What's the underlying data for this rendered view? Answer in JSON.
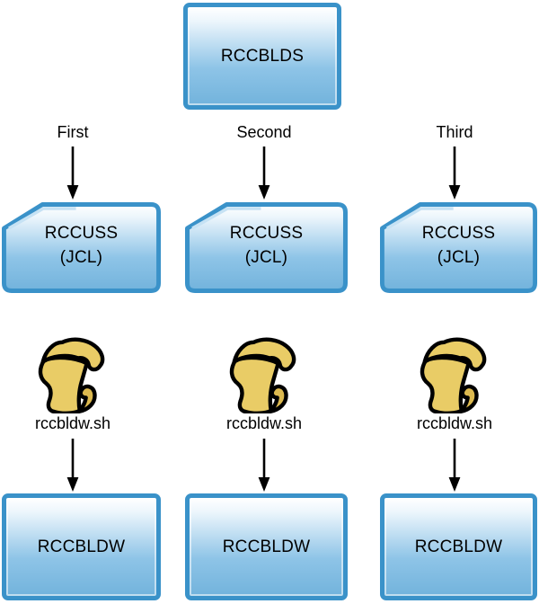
{
  "root_box": {
    "label": "RCCBLDS"
  },
  "columns": [
    {
      "sequence_label": "First",
      "jcl_box_line1": "RCCUSS",
      "jcl_box_line2": "(JCL)",
      "script_name": "rccbldw.sh",
      "output_box_label": "RCCBLDW"
    },
    {
      "sequence_label": "Second",
      "jcl_box_line1": "RCCUSS",
      "jcl_box_line2": "(JCL)",
      "script_name": "rccbldw.sh",
      "output_box_label": "RCCBLDW"
    },
    {
      "sequence_label": "Third",
      "jcl_box_line1": "RCCUSS",
      "jcl_box_line2": "(JCL)",
      "script_name": "rccbldw.sh",
      "output_box_label": "RCCBLDW"
    }
  ],
  "icons": {
    "scroll": "script-scroll-icon",
    "arrow": "arrow-down-icon"
  },
  "colors": {
    "box_border": "#3a92c9",
    "box_fill_top": "#ffffff",
    "box_fill_bottom": "#72b3dc",
    "notch_highlight": "#c6e2f4",
    "scroll_fill": "#e9cc66",
    "scroll_curl_fill": "#dcb94f",
    "line": "#000000",
    "background": "#ffffff"
  }
}
